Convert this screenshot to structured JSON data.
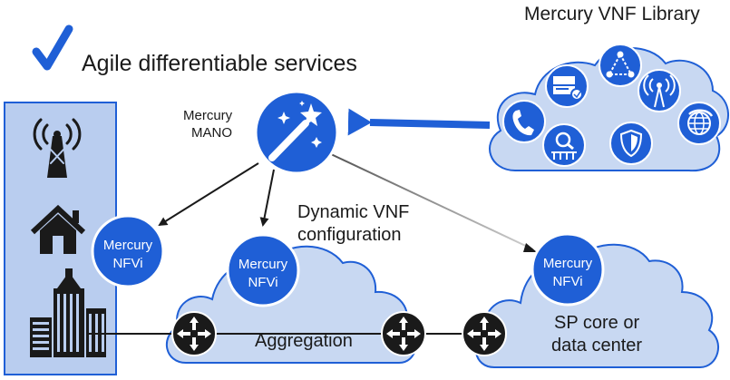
{
  "headline": {
    "text": "Agile differentiable services",
    "check_color": "#1f5fd6"
  },
  "library": {
    "title": "Mercury VNF Library",
    "icons": [
      "phone-icon",
      "server-icon",
      "network-triangle-icon",
      "antenna-icon",
      "magnifier-icon",
      "shield-icon",
      "globe-icon"
    ]
  },
  "mano": {
    "label_line1": "Mercury",
    "label_line2": "MANO",
    "icon": "magic-wand-icon"
  },
  "dynamic_label": {
    "line1": "Dynamic VNF",
    "line2": "configuration"
  },
  "nfvi_nodes": [
    {
      "line1": "Mercury",
      "line2": "NFVi"
    },
    {
      "line1": "Mercury",
      "line2": "NFVi"
    },
    {
      "line1": "Mercury",
      "line2": "NFVi"
    }
  ],
  "clouds": {
    "aggregation": "Aggregation",
    "core_line1": "SP core or",
    "core_line2": "data center"
  },
  "access_icons": [
    "cell-tower-icon",
    "house-icon",
    "office-buildings-icon"
  ],
  "colors": {
    "blue": "#1f5fd6",
    "light_blue": "#c8d8f2",
    "panel_blue": "#b9cdef",
    "dark": "#1a1a1a"
  }
}
